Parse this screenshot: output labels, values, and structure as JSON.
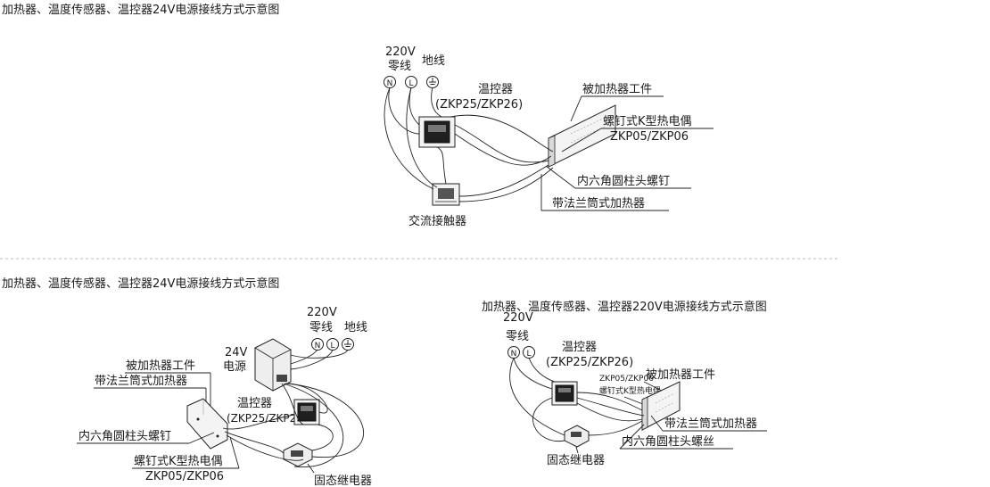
{
  "titles": {
    "top": "加热器、温度传感器、温控器24V电源接线方式示意图",
    "bottom_left": "加热器、温度传感器、温控器24V电源接线方式示意图",
    "bottom_right": "加热器、温度传感器、温控器220V电源接线方式示意图"
  },
  "top": {
    "v220": "220V",
    "neutral": "零线",
    "ground": "地线",
    "controller": "温控器",
    "controller_model": "(ZKP25/ZKP26)",
    "workpiece": "被加热器工件",
    "thermocouple": "螺钉式K型热电偶",
    "thermocouple_model": "ZKP05/ZKP06",
    "screw": "内六角圆柱头螺钉",
    "heater": "带法兰筒式加热器",
    "contactor": "交流接触器"
  },
  "bl": {
    "v220": "220V",
    "neutral": "零线",
    "ground": "地线",
    "v24": "24V",
    "power": "电源",
    "workpiece": "被加热器工件",
    "heater": "带法兰筒式加热器",
    "controller": "温控器",
    "controller_model": "(ZKP25/ZKP26)",
    "screw": "内六角圆柱头螺钉",
    "thermocouple": "螺钉式K型热电偶",
    "thermocouple_model": "ZKP05/ZKP06",
    "relay": "固态继电器"
  },
  "br": {
    "v220": "220V",
    "neutral": "零线",
    "controller": "温控器",
    "controller_model": "(ZKP25/ZKP26)",
    "thermocouple_model": "ZKP05/ZKP06",
    "thermocouple": "螺钉式K型热电偶",
    "workpiece": "被加热器工件",
    "heater": "带法兰筒式加热器",
    "screw": "内六角圆柱头螺丝",
    "relay": "固态继电器"
  },
  "symbols": {
    "n": "N",
    "l": "L"
  }
}
